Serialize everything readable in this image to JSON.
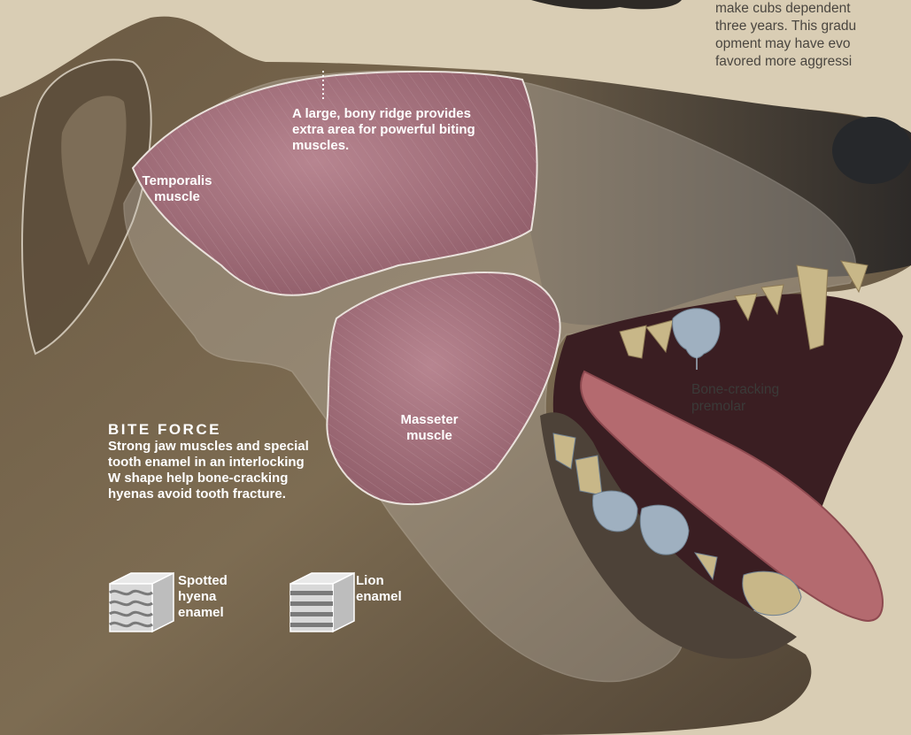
{
  "top_caption": {
    "lines": [
      "make cubs dependent",
      "three years. This gradu",
      "opment may have evo",
      "favored more aggressi"
    ]
  },
  "annotations": {
    "ridge_note": "A large, bony ridge provides extra area for powerful biting muscles.",
    "temporalis": "Temporalis muscle",
    "masseter": "Masseter muscle",
    "premolar": "Bone-cracking premolar"
  },
  "bite_force": {
    "heading": "BITE FORCE",
    "body": "Strong jaw muscles and special tooth enamel in an interlocking W shape help bone-cracking hyenas avoid tooth fracture."
  },
  "enamel_legend": {
    "hyena": "Spotted hyena enamel",
    "lion": "Lion enamel"
  },
  "colors": {
    "background": "#d9cdb4",
    "fur": "#7a6a52",
    "muscle": "#a56f79",
    "tongue": "#b56b70",
    "teeth": "#c9b98a",
    "premolar": "#9fb0c0"
  }
}
